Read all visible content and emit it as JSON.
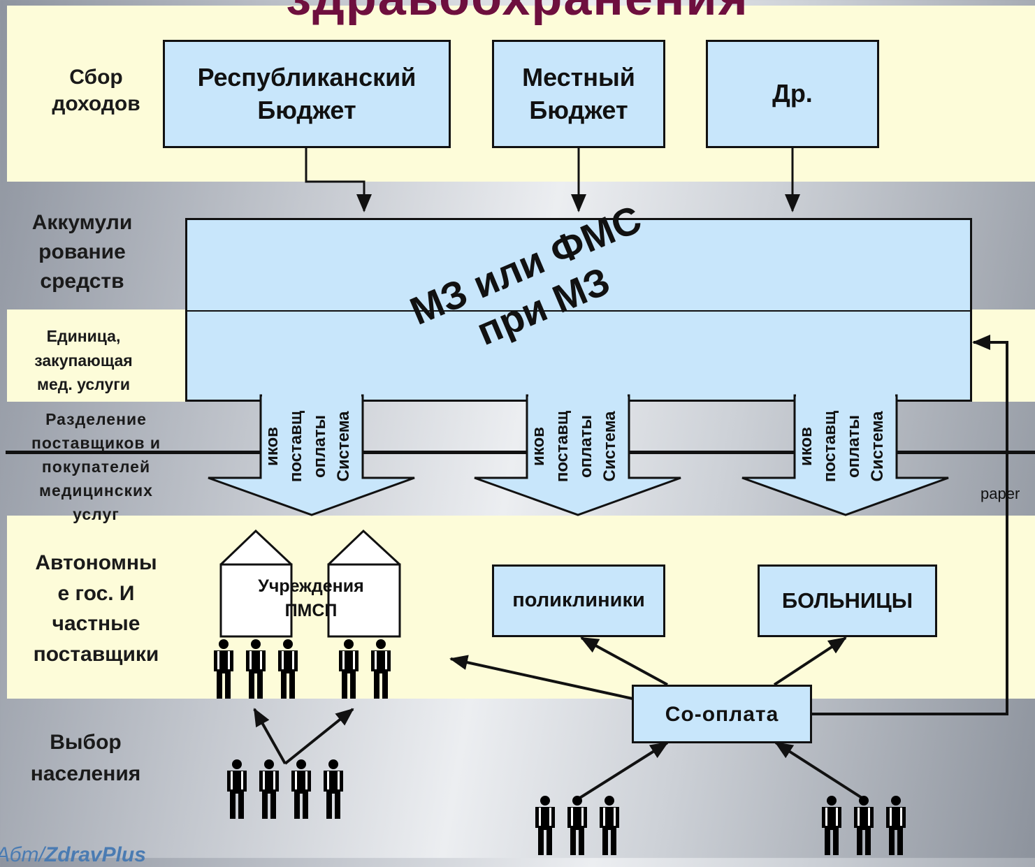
{
  "title": "здравоохранения",
  "rows": {
    "revenue": "Сбор\nдоходов",
    "pooling": "Аккумули\nрование\nсредств",
    "purchaser": "Единица,\nзакупающая\nмед. услуги",
    "split": "Разделение\nпоставщиков и\nпокупателей\nмедицинских\nуслуг",
    "providers": "Автономны\nе гос. И\nчастные\nпоставщики",
    "choice": "Выбор\nнаселения"
  },
  "sources": {
    "republican": "Республиканский\nБюджет",
    "local": "Местный\nБюджет",
    "other": "Др."
  },
  "fund": "МЗ или ФМС\nпри МЗ",
  "payment_system": [
    "Система",
    "оплаты",
    "поставщ",
    "иков"
  ],
  "facilities": {
    "phc": "Учреждения\nПМСП",
    "polyclinics": "поликлиники",
    "hospitals": "БОЛЬНИЦЫ"
  },
  "copay": "Со-оплата",
  "paper": "paper",
  "logo": {
    "part1": "Абт",
    "part2": "ZdravPlus"
  },
  "colors": {
    "band": "#fdfcd9",
    "box_fill": "#c8e6fb",
    "title": "#6e0f3e",
    "logo": "#4a7bb2"
  }
}
